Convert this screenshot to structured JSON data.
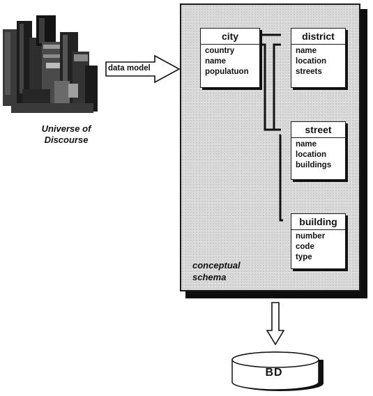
{
  "universe": {
    "label_line1": "Universe of",
    "label_line2": "Discourse"
  },
  "arrow": {
    "label": "data model"
  },
  "schema": {
    "label_line1": "conceptual",
    "label_line2": "schema",
    "entities": [
      {
        "key": "city",
        "title": "city",
        "attributes": [
          "country",
          "name",
          "populatuon"
        ]
      },
      {
        "key": "district",
        "title": "district",
        "attributes": [
          "name",
          "location",
          "streets"
        ]
      },
      {
        "key": "street",
        "title": "street",
        "attributes": [
          "name",
          "location",
          "buildings"
        ]
      },
      {
        "key": "building",
        "title": "building",
        "attributes": [
          "number",
          "code",
          "type"
        ]
      }
    ]
  },
  "database": {
    "label": "BD"
  }
}
